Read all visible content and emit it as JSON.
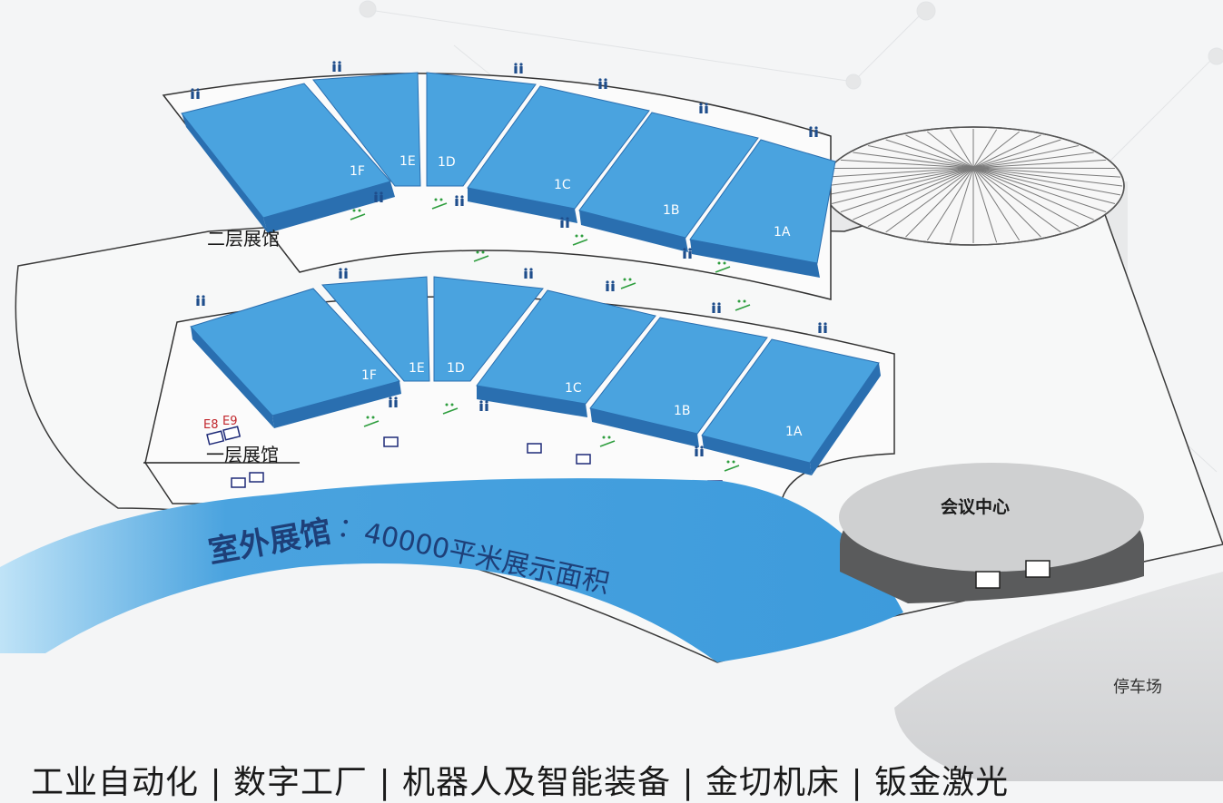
{
  "floors": {
    "upper": {
      "label": "二层展馆"
    },
    "lower": {
      "label": "一层展馆"
    }
  },
  "halls": [
    "1F",
    "1E",
    "1D",
    "1C",
    "1B",
    "1A"
  ],
  "gates": [
    "E8",
    "E9"
  ],
  "outdoor": {
    "title": "室外展馆",
    "desc": "：40000平米展示面积"
  },
  "conference": {
    "label": "会议中心"
  },
  "parking": {
    "label": "停车场"
  },
  "tagline": "工业自动化 | 数字工厂 | 机器人及智能装备 | 金切机床 | 钣金激光",
  "colors": {
    "hall": "#4aa3df",
    "hall_side": "#2a6fb0",
    "outdoor": "#4da7e0",
    "restroom": "#1f4e8c",
    "escalator": "#2e9e3e",
    "gate_text": "#c0242a"
  }
}
